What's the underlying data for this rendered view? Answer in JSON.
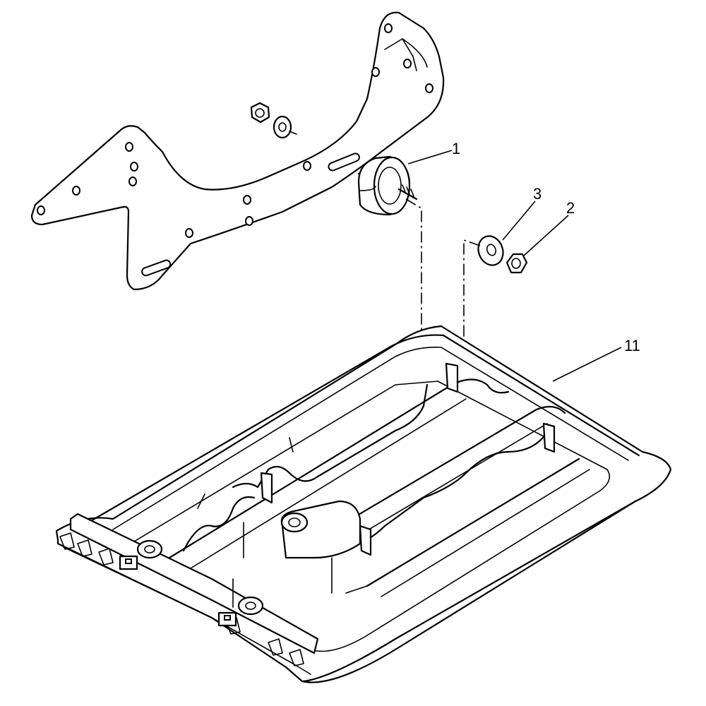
{
  "diagram": {
    "type": "exploded-parts-view",
    "callouts": [
      {
        "id": "1",
        "label": "1",
        "part": "rubber-mount"
      },
      {
        "id": "2",
        "label": "2",
        "part": "nut"
      },
      {
        "id": "3",
        "label": "3",
        "part": "washer"
      },
      {
        "id": "11",
        "label": "11",
        "part": "seat-pan"
      }
    ]
  }
}
